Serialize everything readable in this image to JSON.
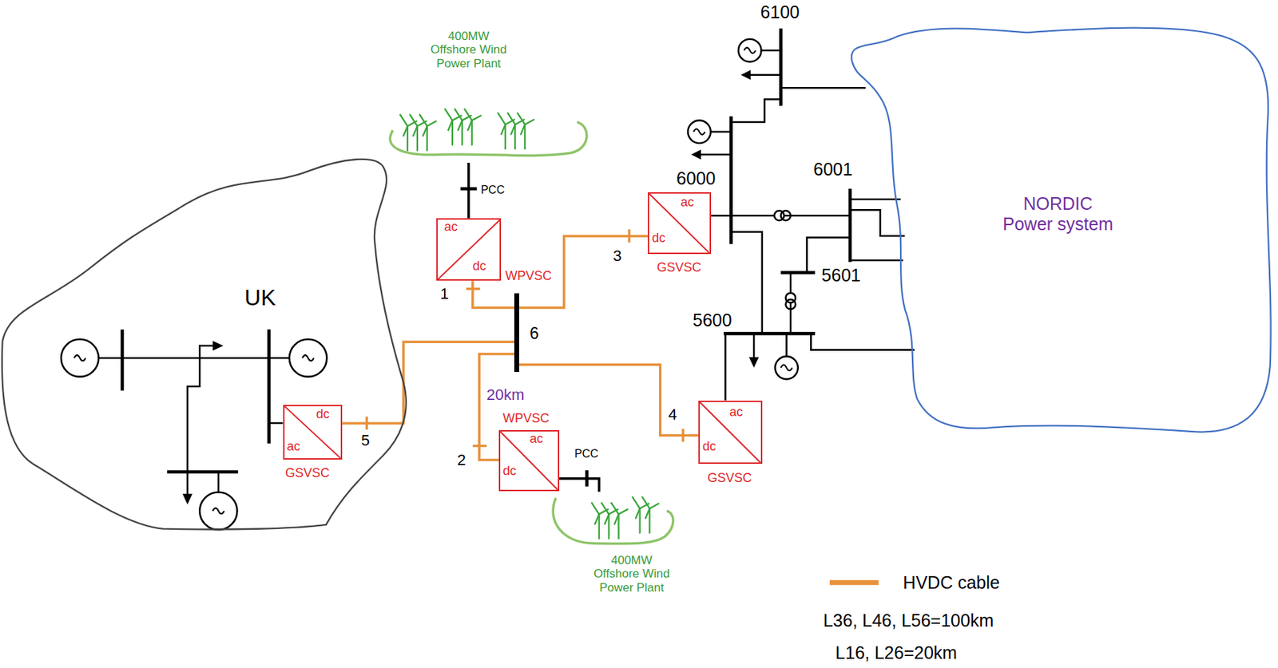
{
  "diagram": {
    "nodes": [
      {
        "text": [
          "400MW Offshore Wind Power Plant"
        ]
      },
      {
        "text": [
          "UK"
        ]
      },
      {
        "text": [
          "NORDIC Power system"
        ]
      },
      {
        "text": [
          "ac",
          "dc",
          "WPVSC"
        ]
      },
      {
        "text": [
          "ac",
          "dc",
          "GSVSC"
        ]
      },
      {
        "text": [
          "6"
        ]
      },
      {
        "text": [
          "dc",
          "ac",
          "GSVSC"
        ],
        "in": 1
      },
      {
        "text": [
          "ac",
          "dc",
          "WPVSC"
        ]
      },
      {
        "text": [
          "ac",
          "dc",
          "GSVSC"
        ]
      },
      {
        "text": [
          "400MW Offshore Wind Power Plant"
        ]
      }
    ],
    "edges": [
      {
        "from": 3,
        "to": 0,
        "arrow": "none"
      },
      {
        "from": 7,
        "to": 9,
        "arrow": "none"
      },
      {
        "from": 3,
        "to": 5,
        "arrow": "none"
      },
      {
        "from": 4,
        "to": 5,
        "arrow": "none"
      },
      {
        "from": 6,
        "to": 5,
        "arrow": "none"
      },
      {
        "from": 7,
        "to": 5,
        "arrow": "none"
      },
      {
        "from": 8,
        "to": 5,
        "arrow": "none"
      }
    ],
    "labels": [
      "6100",
      "PCC",
      "6000",
      "6001",
      "3",
      "5601",
      "1",
      "5600",
      "5",
      "20km",
      "4",
      "2",
      "PCC",
      "L36, L46, L56=100km",
      "L16, L26=20km"
    ],
    "legend": [
      {
        "text": "HVDC cable"
      }
    ]
  }
}
